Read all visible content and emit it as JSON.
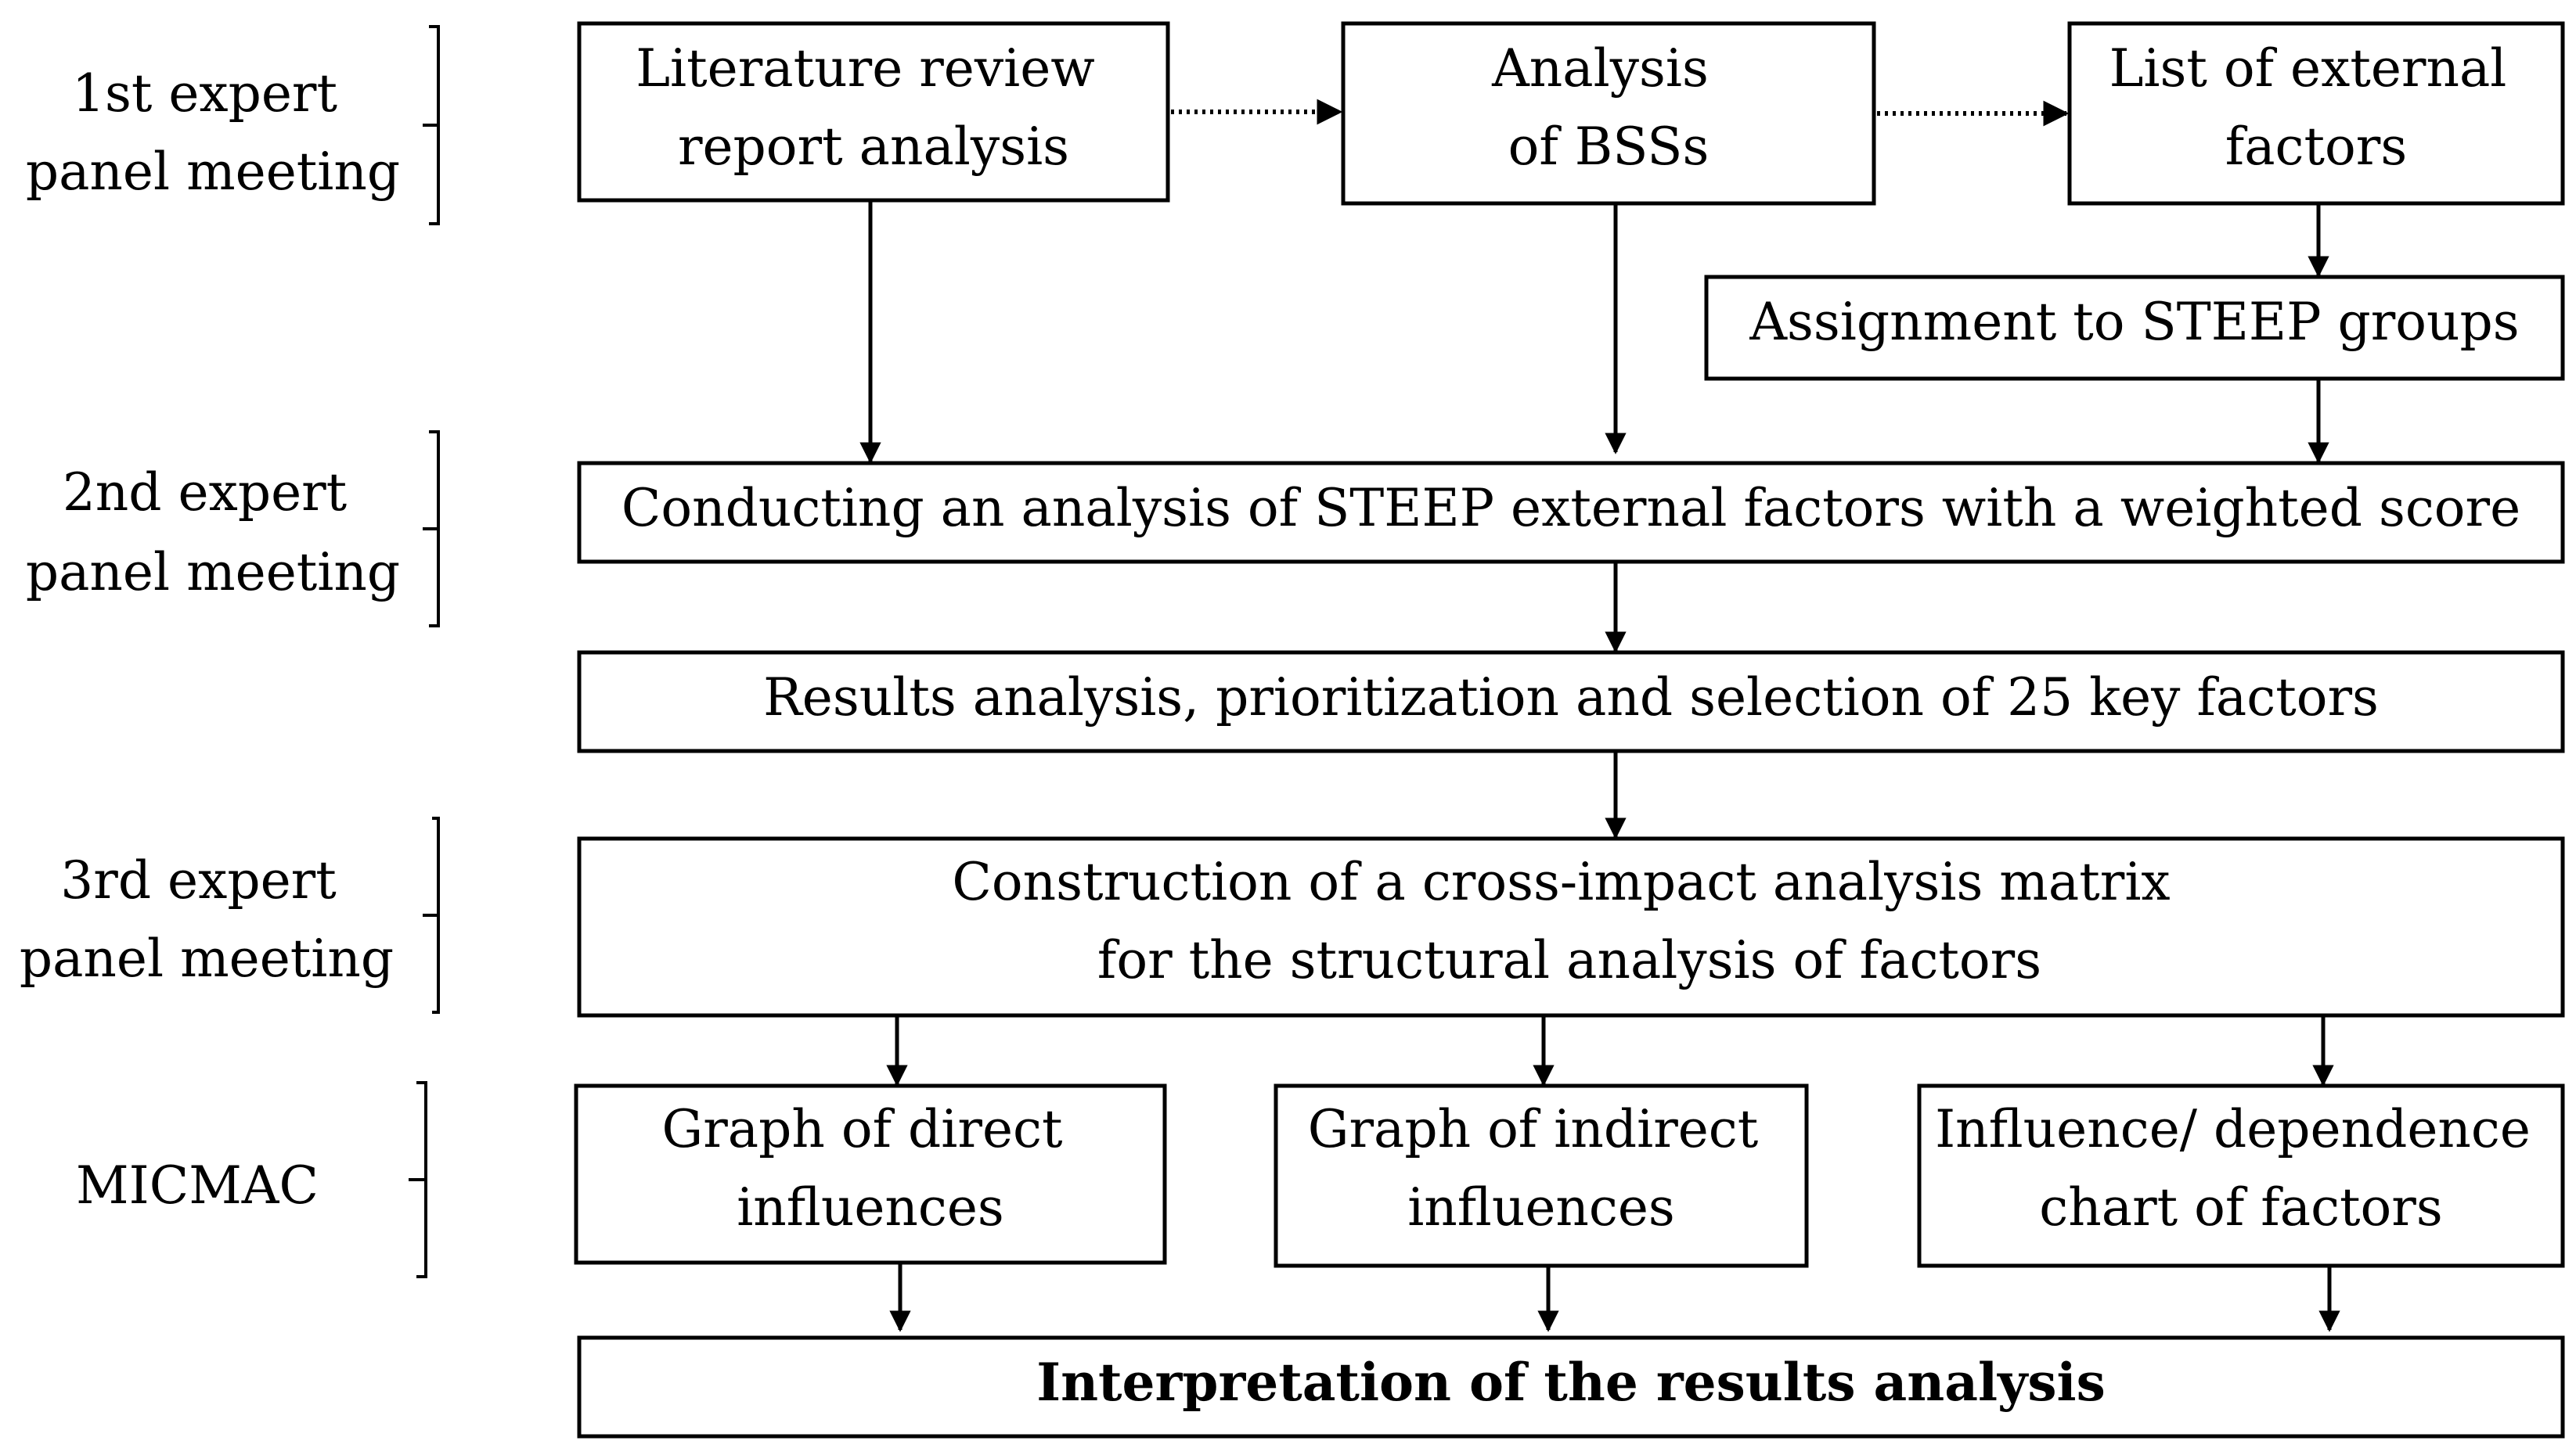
{
  "phases": {
    "p1": [
      "1st expert",
      "panel meeting"
    ],
    "p2": [
      "2nd expert",
      "panel meeting"
    ],
    "p3": [
      "3rd expert",
      "panel meeting"
    ],
    "p4": [
      "MICMAC"
    ]
  },
  "nodes": {
    "lit": [
      "Literature review",
      "report analysis"
    ],
    "bss": [
      "Analysis",
      "of BSSs"
    ],
    "ext": [
      "List of external",
      "factors"
    ],
    "assign": [
      "Assignment to STEEP groups"
    ],
    "steep": [
      "Conducting an analysis of STEEP external factors with a weighted score"
    ],
    "results": [
      "Results analysis, prioritization and selection of 25 key factors"
    ],
    "matrix": [
      "Construction of a cross-impact analysis matrix",
      "for the structural analysis of factors"
    ],
    "direct": [
      "Graph of direct",
      "influences"
    ],
    "indirect": [
      "Graph of indirect",
      "influences"
    ],
    "chart": [
      "Influence/ dependence",
      "chart of factors"
    ],
    "interp": [
      "Interpretation of the results analysis"
    ]
  },
  "colors": {
    "stroke": "#000000",
    "fill": "#ffffff"
  }
}
